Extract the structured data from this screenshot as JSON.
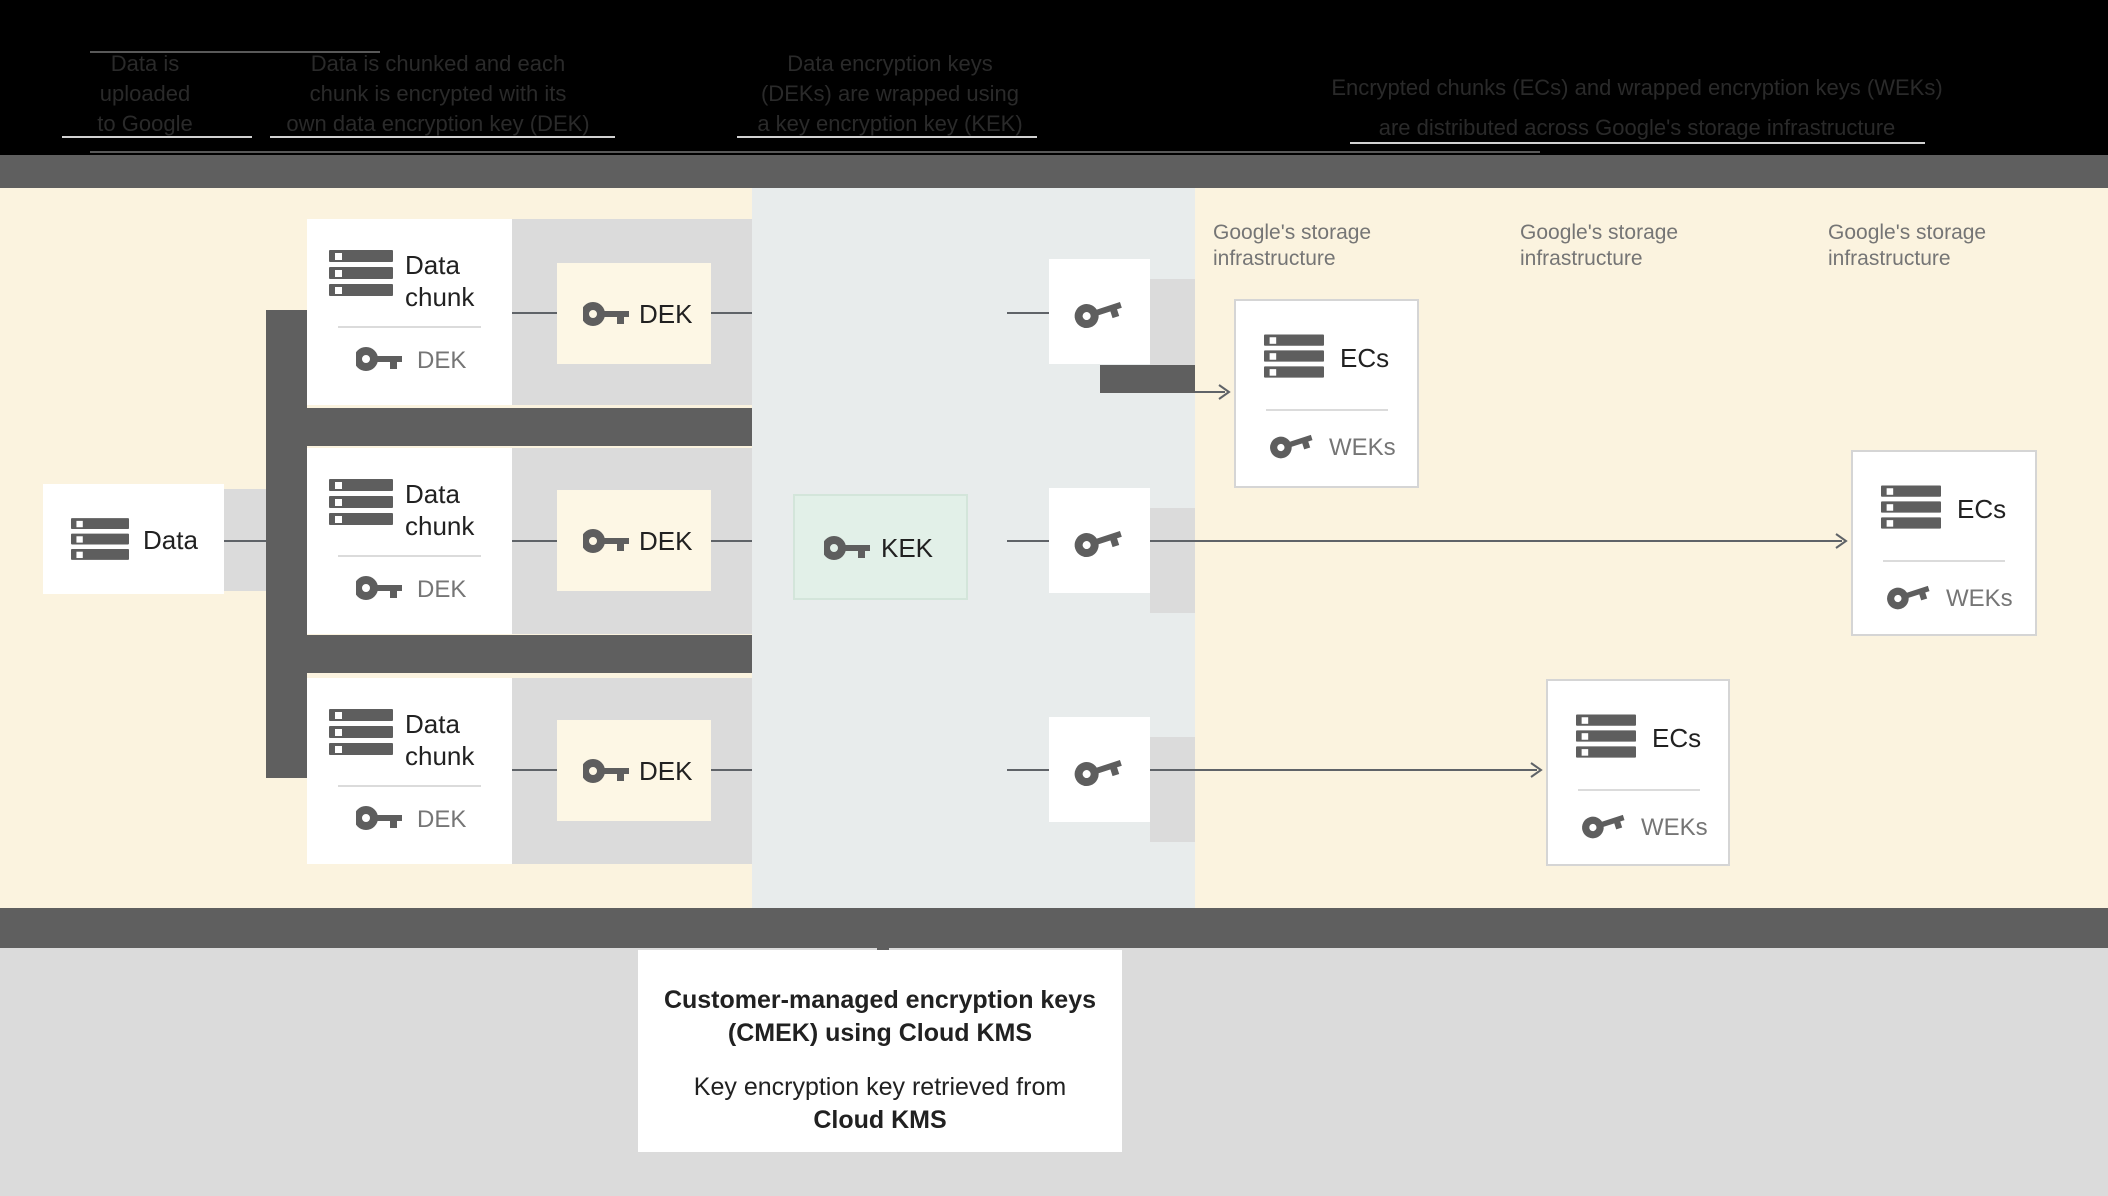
{
  "banner": {
    "captions": [
      {
        "lines": [
          "Data is",
          "uploaded",
          "to Google"
        ]
      },
      {
        "lines": [
          "Data is chunked and each",
          "chunk is encrypted with its",
          "own data encryption key (DEK)"
        ]
      },
      {
        "lines": [
          "Data encryption keys",
          "(DEKs) are wrapped using",
          "a key encryption key (KEK)"
        ]
      },
      {
        "lines": [
          "Encrypted chunks (ECs) and wrapped encryption keys (WEKs)",
          "are distributed across Google's storage infrastructure"
        ]
      }
    ]
  },
  "diagram": {
    "data_box": {
      "label": "Data"
    },
    "chunks": [
      {
        "title": "Data chunk",
        "key_label": "DEK"
      },
      {
        "title": "Data chunk",
        "key_label": "DEK"
      },
      {
        "title": "Data chunk",
        "key_label": "DEK"
      }
    ],
    "dek_boxes": [
      {
        "label": "DEK"
      },
      {
        "label": "DEK"
      },
      {
        "label": "DEK"
      }
    ],
    "kek_box": {
      "label": "KEK"
    },
    "storage_labels": [
      {
        "line1": "Google's storage",
        "line2": "infrastructure"
      },
      {
        "line1": "Google's storage",
        "line2": "infrastructure"
      },
      {
        "line1": "Google's storage",
        "line2": "infrastructure"
      }
    ],
    "ecs_boxes": [
      {
        "title": "ECs",
        "key_label": "WEKs"
      },
      {
        "title": "ECs",
        "key_label": "WEKs"
      },
      {
        "title": "ECs",
        "key_label": "WEKs"
      }
    ]
  },
  "callout": {
    "title_line1": "Customer-managed encryption keys",
    "title_line2": "(CMEK) using Cloud KMS",
    "body_line1": "Key encryption key retrieved from",
    "body_line2": "Cloud KMS"
  },
  "colors": {
    "cream": "#FBF3DF",
    "panel_bluegray": "#E8ECEC",
    "band_gray": "#DBDBDB",
    "bar_dark": "#5F5F5F",
    "mint": "#E2F0E8",
    "mint_border": "#D3E5DA",
    "icon_gray": "#5E5E5E",
    "text_dark": "#212121",
    "text_gray": "#757575",
    "line": "#5F6368"
  }
}
